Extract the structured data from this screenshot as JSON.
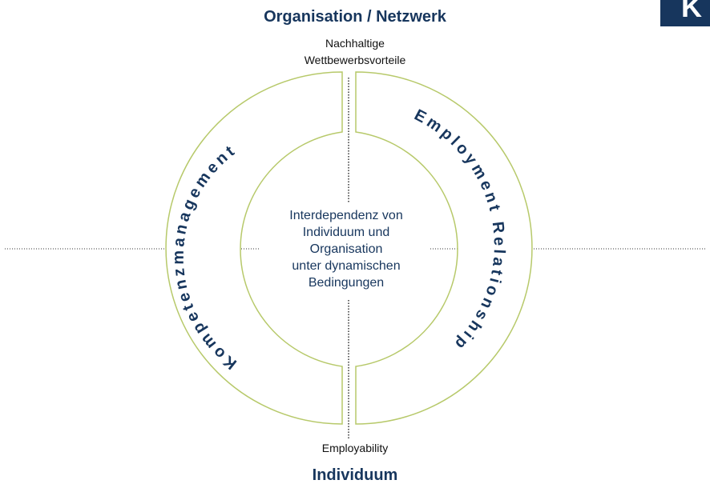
{
  "header": {
    "logo_text": "K",
    "title": "Organisation / Netzwerk"
  },
  "poles": {
    "top_lines": [
      "Nachhaltige",
      "Wettbewerbsvorteile"
    ],
    "bottom": "Employability"
  },
  "footer": {
    "title": "Individuum"
  },
  "center": {
    "lines": [
      "Interdependenz von",
      "Individuum und",
      "Organisation",
      "unter dynamischen",
      "Bedingungen"
    ]
  },
  "segments": {
    "left": "Kompetenzmanagement",
    "right": "Employment Relationship"
  },
  "colors": {
    "navy": "#17365d",
    "ring_stroke": "#b7c96a",
    "dotted_line": "#333333"
  }
}
